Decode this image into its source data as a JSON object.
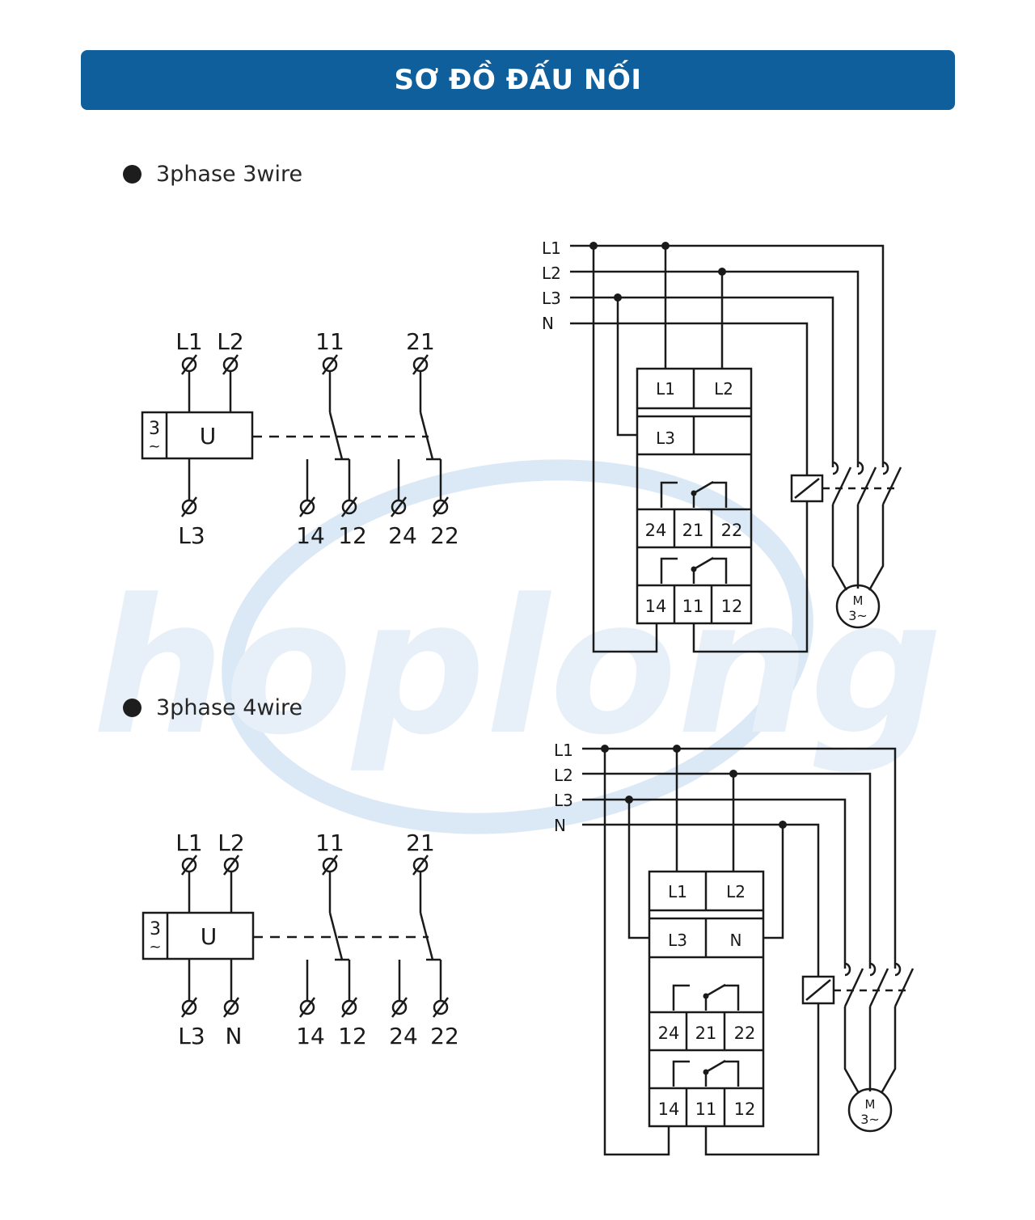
{
  "banner": {
    "title": "SƠ ĐỒ ĐẤU NỐI"
  },
  "watermark": {
    "text": "hoplong",
    "color": "#cfe2f3"
  },
  "colors": {
    "brand": "#0e5f9b",
    "line": "#1a1a1a"
  },
  "sections": [
    {
      "label": "3phase 3wire",
      "schematic": {
        "top_terminals": [
          "L1",
          "L2",
          "11",
          "21"
        ],
        "unit_labels": [
          "3",
          "~",
          "U"
        ],
        "bottom_terminals": [
          "L3",
          "14",
          "12",
          "24",
          "22"
        ]
      },
      "wiring": {
        "lines": [
          "L1",
          "L2",
          "L3",
          "N"
        ],
        "blocks": [
          "L1",
          "L2",
          "L3",
          ""
        ],
        "contacts_top": [
          "24",
          "21",
          "22"
        ],
        "contacts_bottom": [
          "14",
          "11",
          "12"
        ],
        "motor": [
          "M",
          "3~"
        ]
      }
    },
    {
      "label": "3phase 4wire",
      "schematic": {
        "top_terminals": [
          "L1",
          "L2",
          "11",
          "21"
        ],
        "unit_labels": [
          "3",
          "~",
          "U"
        ],
        "bottom_terminals": [
          "L3",
          "N",
          "14",
          "12",
          "24",
          "22"
        ]
      },
      "wiring": {
        "lines": [
          "L1",
          "L2",
          "L3",
          "N"
        ],
        "blocks": [
          "L1",
          "L2",
          "L3",
          "N"
        ],
        "contacts_top": [
          "24",
          "21",
          "22"
        ],
        "contacts_bottom": [
          "14",
          "11",
          "12"
        ],
        "motor": [
          "M",
          "3~"
        ]
      }
    }
  ]
}
